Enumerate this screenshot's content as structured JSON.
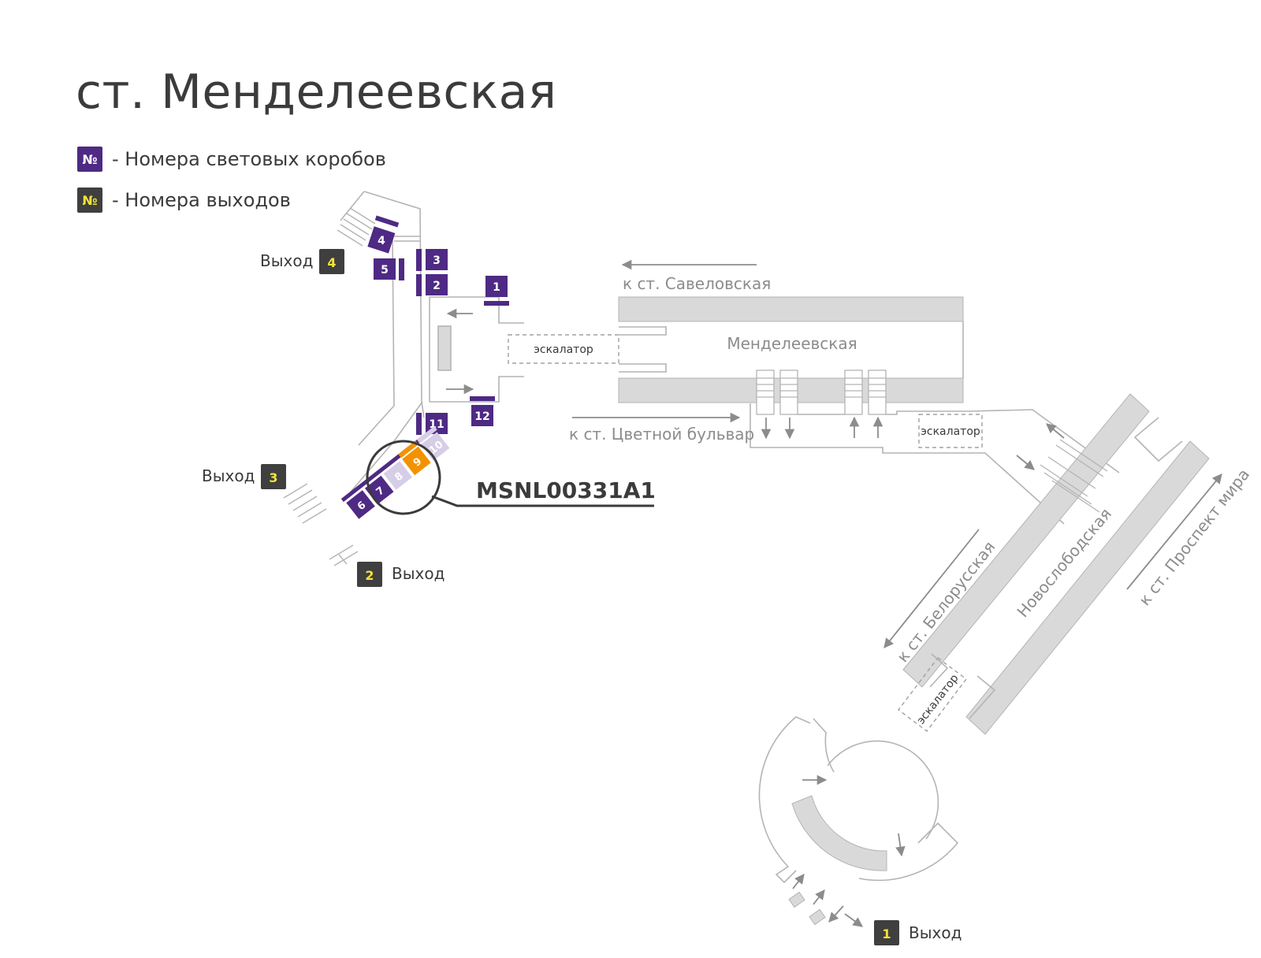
{
  "title": "ст. Менделеевская",
  "legend": {
    "lightbox_symbol": "№",
    "lightbox_text": "- Номера световых коробов",
    "exit_symbol": "№",
    "exit_text": "- Номера выходов"
  },
  "colors": {
    "lightbox": "#4e2a84",
    "lightbox_faded": "#d6cde6",
    "highlight": "#f39200",
    "exit_badge": "#3f3f3f",
    "exit_number": "#f5e33a",
    "structure": "#b4b4b4",
    "platform": "#d9d9d9",
    "arrow": "#8c8c8c"
  },
  "exits": {
    "e1": {
      "word": "Выход",
      "number": "1"
    },
    "e2": {
      "word": "Выход",
      "number": "2"
    },
    "e3": {
      "word": "Выход",
      "number": "3"
    },
    "e4": {
      "word": "Выход",
      "number": "4"
    }
  },
  "lightboxes": {
    "b1": "1",
    "b2": "2",
    "b3": "3",
    "b4": "4",
    "b5": "5",
    "b6": "6",
    "b7": "7",
    "b8": "8",
    "b9": "9",
    "b10": "10",
    "b11": "11",
    "b12": "12"
  },
  "callout": "MSNL00331A1",
  "labels": {
    "station_mendeleevskaya": "Менделеевская",
    "station_novoslobodskaya": "Новослободская",
    "to_savelovskaya": "к ст. Савеловская",
    "to_tsvetnoy": "к ст. Цветной бульвар",
    "to_belorusskaya": "к ст. Белорусская",
    "to_prospekt_mira": "к ст. Проспект мира",
    "escalator": "эскалатор"
  }
}
